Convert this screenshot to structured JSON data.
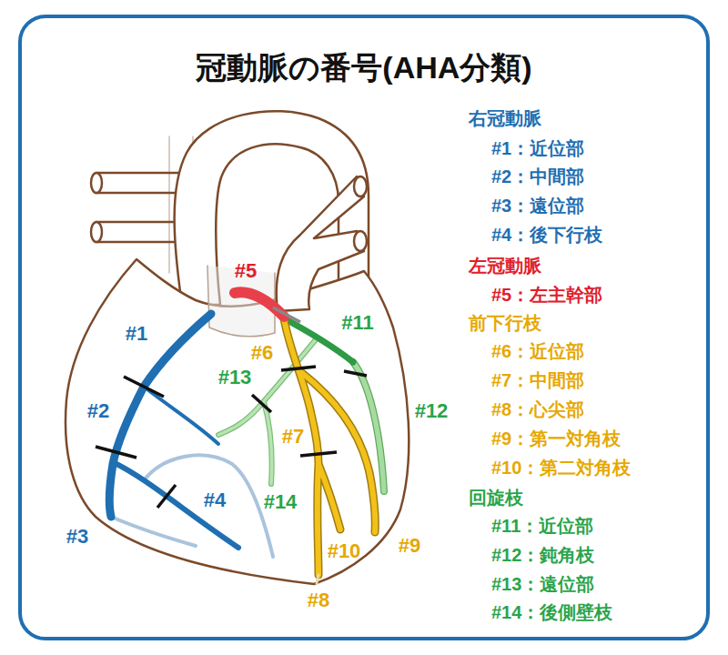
{
  "diagram": {
    "title": "冠動脈の番号(AHA分類)",
    "labels": [
      "#5",
      "#1",
      "#11",
      "#6",
      "#13",
      "#2",
      "#12",
      "#7",
      "#14",
      "#4",
      "#3",
      "#9",
      "#10",
      "#8",
      "右冠動脈",
      "#1：近位部",
      "#2：中間部",
      "#3：遠位部",
      "#4：後下行枝",
      "左冠動脈",
      "#5：左主幹部",
      "前下行枝",
      "#6：近位部",
      "#7：中間部",
      "#8：心尖部",
      "#9：第一対角枝",
      "#10：第二対角枝",
      "回旋枝",
      "#11：近位部",
      "#12：鈍角枝",
      "#13：遠位部",
      "#14：後側壁枝"
    ]
  }
}
